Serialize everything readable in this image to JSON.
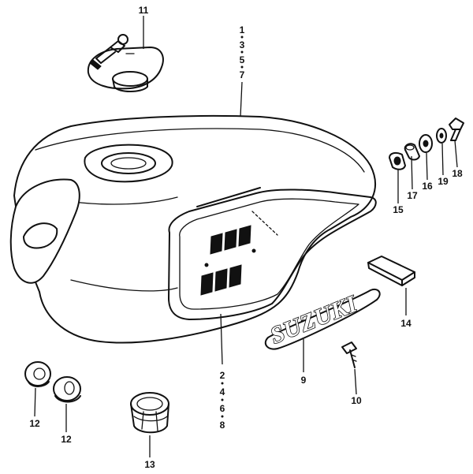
{
  "emblem_text": "SUZUKI",
  "labels": {
    "p11": "11",
    "p1357": [
      "1",
      "3",
      "5",
      "7"
    ],
    "p2468": [
      "2",
      "4",
      "6",
      "8"
    ],
    "p15": "15",
    "p17": "17",
    "p16": "16",
    "p19": "19",
    "p18": "18",
    "p14": "14",
    "p9": "9",
    "p10": "10",
    "p12a": "12",
    "p12b": "12",
    "p13": "13"
  }
}
